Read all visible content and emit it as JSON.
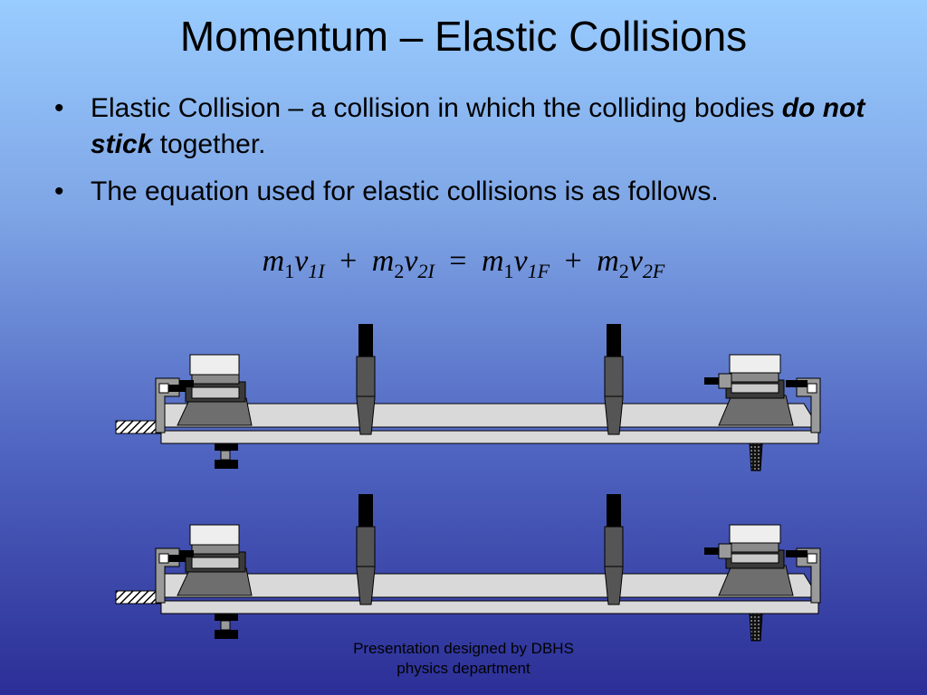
{
  "slide": {
    "title": "Momentum – Elastic Collisions",
    "bullets": [
      {
        "text_before": "Elastic Collision – a collision in which the colliding bodies ",
        "emphasis": "do not stick",
        "text_after": " together."
      },
      {
        "text": "The equation used for elastic collisions is as follows."
      }
    ],
    "bullet_symbol": "•",
    "equation": {
      "m": "m",
      "v": "v",
      "one": "1",
      "two": "2",
      "sub_1I": "1I",
      "sub_2I": "2I",
      "sub_1F": "1F",
      "sub_2F": "2F",
      "plus": "+",
      "equals": "="
    },
    "footer": {
      "line1": "Presentation designed by DBHS",
      "line2": "physics department"
    }
  },
  "colors": {
    "background_top": "#99ccff",
    "background_bottom": "#2b2e96",
    "track": "#d9d9d9",
    "cart": "#6e6e6e",
    "post": "#1a1a1a"
  },
  "icons": [
    "air-track-apparatus",
    "glider-cart",
    "photogate-post",
    "spring-bumper"
  ]
}
